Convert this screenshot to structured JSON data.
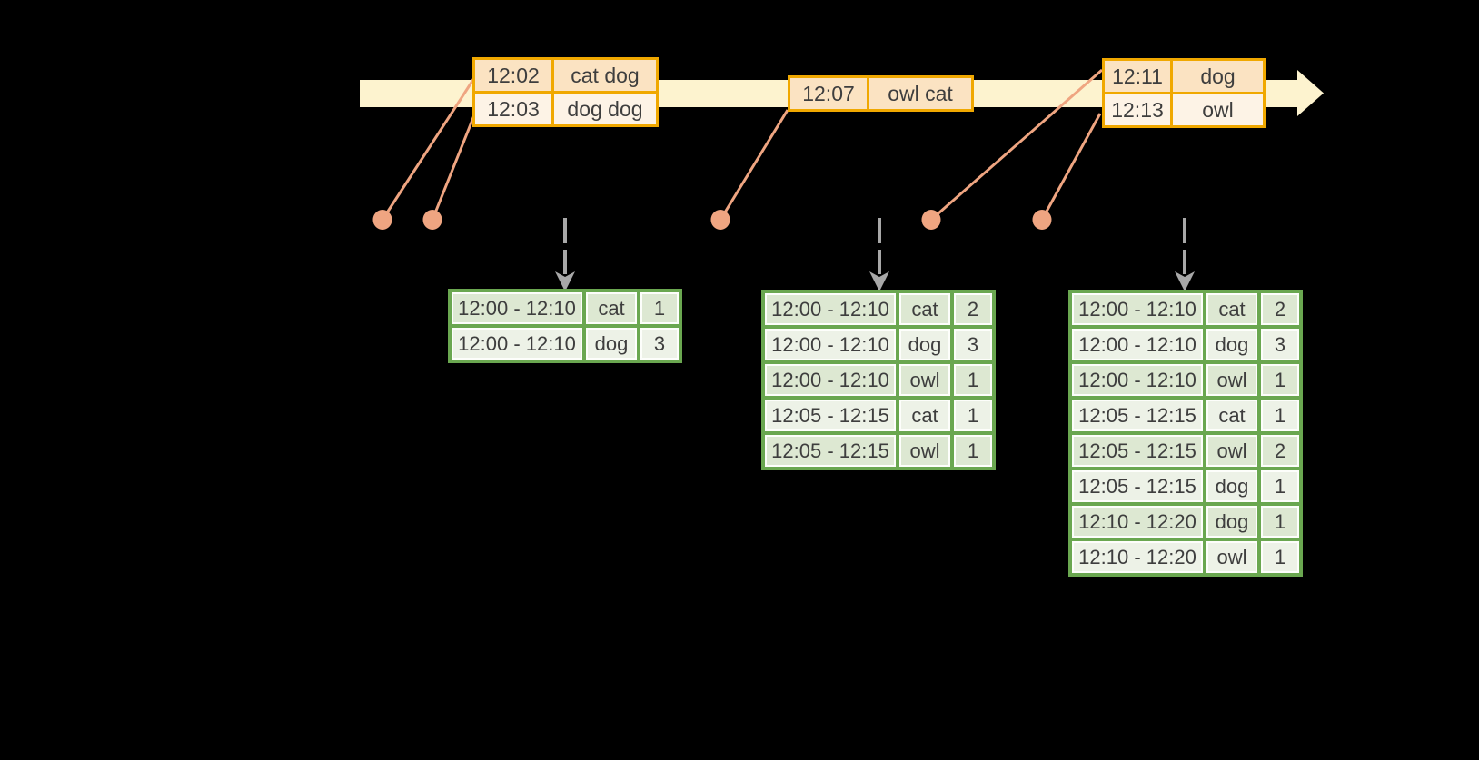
{
  "colors": {
    "background": "#000000",
    "timeline_band": "#fdf3cf",
    "event_table_border": "#f0a800",
    "event_row_odd": "#fbe3c2",
    "event_row_even": "#fdf3e6",
    "connector_salmon": "#efa581",
    "trigger_arrow_gray": "#a8a8a8",
    "result_table_border": "#6aa750",
    "result_row_odd": "#dde8d2",
    "result_row_even": "#edf2e7",
    "cell_edge_white": "#fdfefb",
    "text": "#3e3e3e"
  },
  "icons": {
    "timeline_arrow": "right-pointing-band-arrow",
    "event_dot": "filled-circle",
    "trigger_arrow": "dashed-down-arrow"
  },
  "event_tables": [
    {
      "rows": [
        {
          "time": "12:02",
          "words": "cat dog"
        },
        {
          "time": "12:03",
          "words": "dog dog"
        }
      ]
    },
    {
      "rows": [
        {
          "time": "12:07",
          "words": "owl cat"
        }
      ]
    },
    {
      "rows": [
        {
          "time": "12:11",
          "words": "dog"
        },
        {
          "time": "12:13",
          "words": "owl"
        }
      ]
    }
  ],
  "result_tables": [
    {
      "rows": [
        {
          "window": "12:00 - 12:10",
          "word": "cat",
          "count": "1"
        },
        {
          "window": "12:00 - 12:10",
          "word": "dog",
          "count": "3"
        }
      ]
    },
    {
      "rows": [
        {
          "window": "12:00 - 12:10",
          "word": "cat",
          "count": "2"
        },
        {
          "window": "12:00 - 12:10",
          "word": "dog",
          "count": "3"
        },
        {
          "window": "12:00 - 12:10",
          "word": "owl",
          "count": "1"
        },
        {
          "window": "12:05 - 12:15",
          "word": "cat",
          "count": "1"
        },
        {
          "window": "12:05 - 12:15",
          "word": "owl",
          "count": "1"
        }
      ]
    },
    {
      "rows": [
        {
          "window": "12:00 - 12:10",
          "word": "cat",
          "count": "2"
        },
        {
          "window": "12:00 - 12:10",
          "word": "dog",
          "count": "3"
        },
        {
          "window": "12:00 - 12:10",
          "word": "owl",
          "count": "1"
        },
        {
          "window": "12:05 - 12:15",
          "word": "cat",
          "count": "1"
        },
        {
          "window": "12:05 - 12:15",
          "word": "owl",
          "count": "2"
        },
        {
          "window": "12:05 - 12:15",
          "word": "dog",
          "count": "1"
        },
        {
          "window": "12:10 - 12:20",
          "word": "dog",
          "count": "1"
        },
        {
          "window": "12:10 - 12:20",
          "word": "owl",
          "count": "1"
        }
      ]
    }
  ]
}
